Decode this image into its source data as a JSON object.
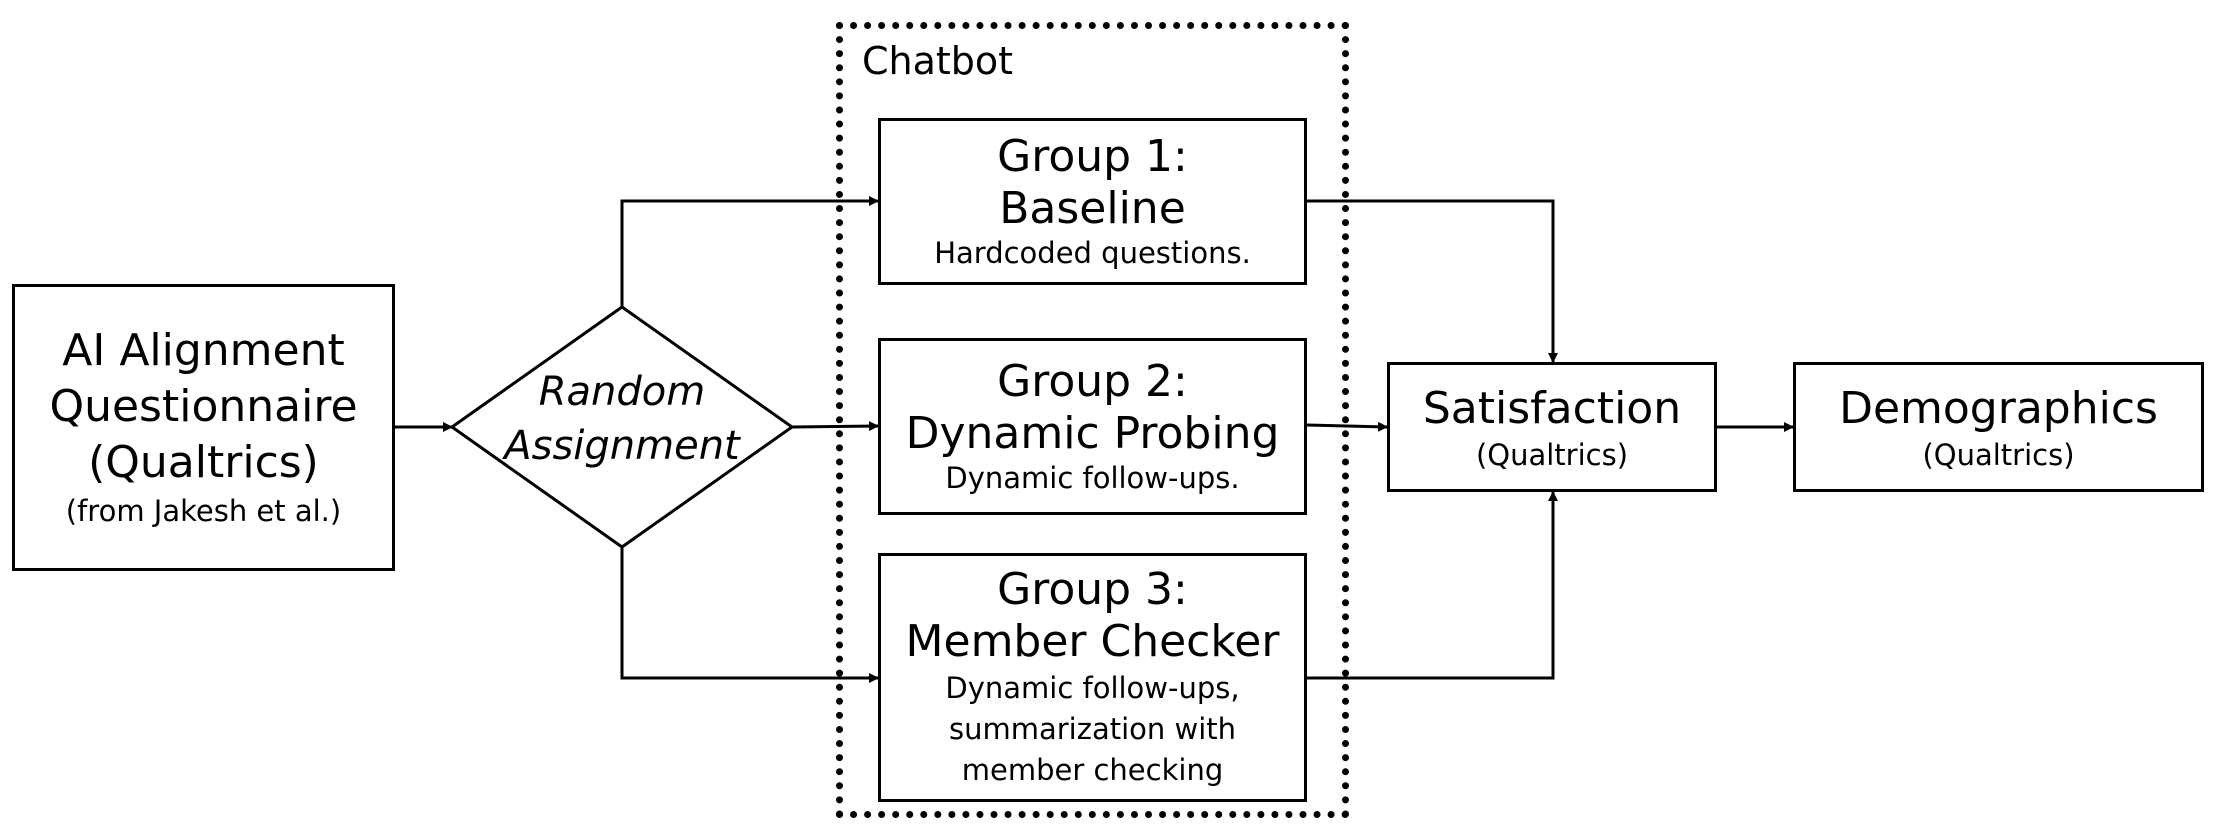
{
  "chatbot_frame": {
    "label": "Chatbot"
  },
  "nodes": {
    "questionnaire": {
      "title_line1": "AI Alignment",
      "title_line2": "Questionnaire",
      "title_line3": "(Qualtrics)",
      "note": "(from Jakesh et al.)"
    },
    "random_assignment": {
      "line1": "Random",
      "line2": "Assignment"
    },
    "group1": {
      "title_line1": "Group 1:",
      "title_line2": "Baseline",
      "description": "Hardcoded questions."
    },
    "group2": {
      "title_line1": "Group 2:",
      "title_line2": "Dynamic Probing",
      "description": "Dynamic follow-ups."
    },
    "group3": {
      "title_line1": "Group 3:",
      "title_line2": "Member Checker",
      "description_line1": "Dynamic follow-ups,",
      "description_line2": "summarization with",
      "description_line3": "member checking"
    },
    "satisfaction": {
      "title": "Satisfaction",
      "note": "(Qualtrics)"
    },
    "demographics": {
      "title": "Demographics",
      "note": "(Qualtrics)"
    }
  },
  "colors": {
    "stroke": "#000000",
    "background": "#ffffff"
  }
}
